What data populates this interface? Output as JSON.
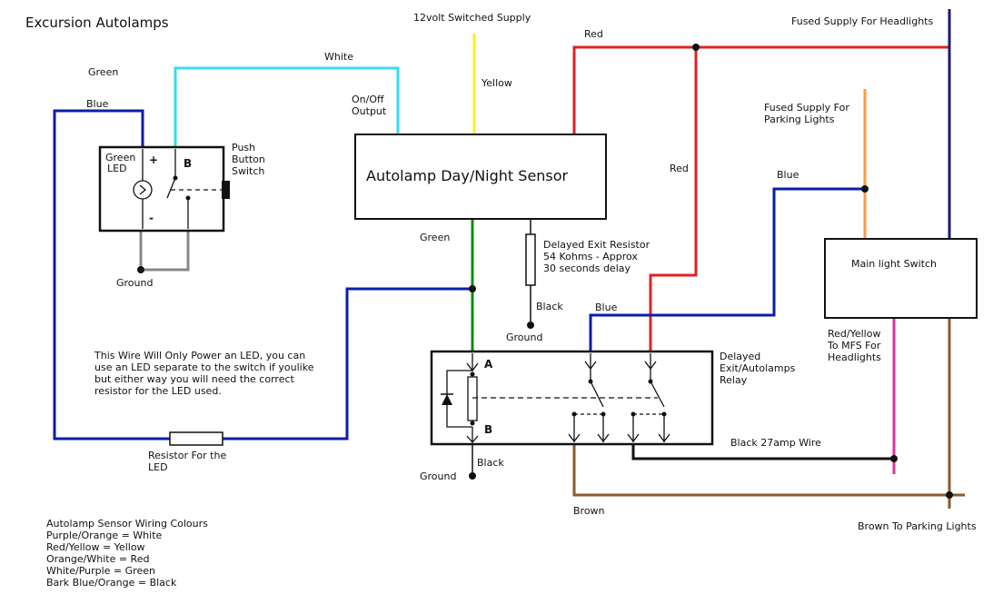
{
  "title": "Excursion Autolamps",
  "colors": {
    "white_wire": "#33ddee",
    "yellow_wire": "#ffee22",
    "red_wire": "#dd2222",
    "green_wire": "#118811",
    "blue_wire": "#0a1ea8",
    "gray_wire": "#888888",
    "orange_wire": "#ff9944",
    "pink_wire": "#dd3399",
    "brown_wire": "#8b5a2b",
    "black_wire": "#111111",
    "navy_wire": "#1a1a7a"
  },
  "labels": {
    "supply_12v": "12volt Switched Supply",
    "yellow": "Yellow",
    "red_top": "Red",
    "red_mid": "Red",
    "fused_headlights": "Fused Supply For Headlights",
    "fused_parking_1": "Fused Supply For",
    "fused_parking_2": "Parking Lights",
    "white": "White",
    "green_top": "Green",
    "blue_top": "Blue",
    "onoff_1": "On/Off",
    "onoff_2": "Output",
    "green_led_1": "Green",
    "green_led_2": "LED",
    "plus": "+",
    "minus": "-",
    "b_switch": "B",
    "push_1": "Push",
    "push_2": "Button",
    "push_3": "Switch",
    "ground_switch": "Ground",
    "sensor": "Autolamp Day/Night Sensor",
    "green_mid": "Green",
    "resistor_1": "Delayed Exit Resistor",
    "resistor_2": "54 Kohms - Approx",
    "resistor_3": "30 seconds delay",
    "black_resistor": "Black",
    "ground_resistor": "Ground",
    "blue_mid": "Blue",
    "blue_relay": "Blue",
    "main_switch": "Main light Switch",
    "ry_1": "Red/Yellow",
    "ry_2": "To MFS For",
    "ry_3": "Headlights",
    "relay_1": "Delayed",
    "relay_2": "Exit/Autolamps",
    "relay_3": "Relay",
    "relay_a": "A",
    "relay_b": "B",
    "black_27": "Black 27amp Wire",
    "note_1": "This Wire Will Only Power an LED, you can",
    "note_2": "use an LED separate to the switch if youlike",
    "note_3": "but either way you will need the correct",
    "note_4": "resistor for the LED used.",
    "led_res_1": "Resistor For the",
    "led_res_2": "LED",
    "ground_relay": "Ground",
    "black_relay": "Black",
    "brown": "Brown",
    "brown_parking": "Brown To Parking Lights",
    "legend": [
      "Autolamp Sensor Wiring Colours",
      "Purple/Orange = White",
      "Red/Yellow  = Yellow",
      "Orange/White = Red",
      "White/Purple = Green",
      "Bark Blue/Orange = Black"
    ]
  }
}
